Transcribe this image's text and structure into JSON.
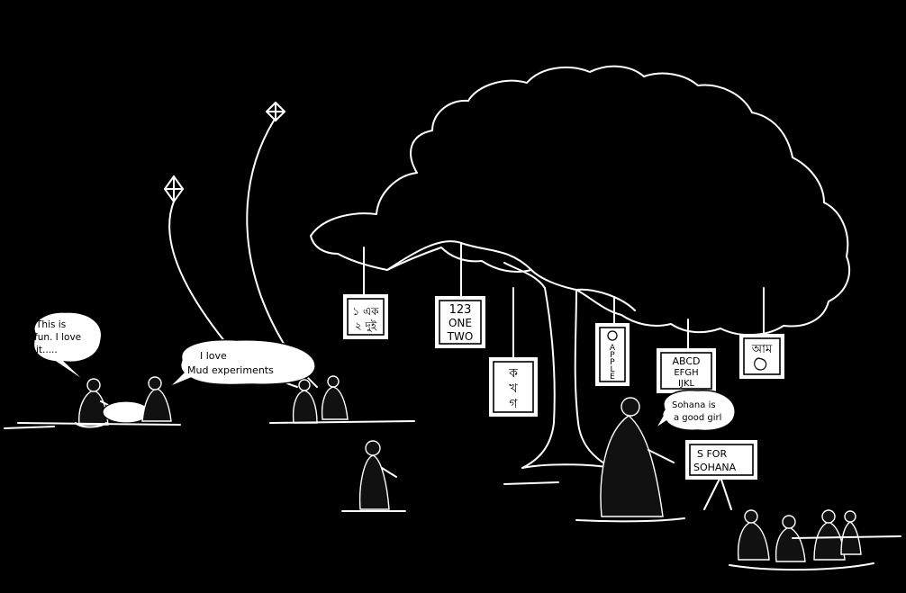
{
  "speech": {
    "left_friend": "This is fun. I love it....",
    "left_friend_lines": [
      "This is",
      "fun. I love",
      "it....."
    ],
    "experiments": "I love Mud experiments",
    "experiments_lines": [
      "I love",
      "Mud experiments"
    ],
    "sohana": "Sohana is a good girl",
    "sohana_lines": [
      "Sohana is",
      "a good girl"
    ]
  },
  "tree_cards": {
    "bangla_numbers": [
      "১ এক",
      "২ দুই"
    ],
    "numbers": [
      "123",
      "ONE",
      "TWO"
    ],
    "bangla_letters": [
      "ক",
      "খ",
      "গ"
    ],
    "apple": [
      "A",
      "P",
      "P",
      "L",
      "E"
    ],
    "alphabet": [
      "ABCD",
      "EFGH",
      "IJKL"
    ],
    "aam": "আম"
  },
  "board": [
    "S FOR",
    "SOHANA"
  ],
  "colors": {
    "background": "#000000",
    "ink": "#ffffff",
    "figure": "#111111"
  }
}
